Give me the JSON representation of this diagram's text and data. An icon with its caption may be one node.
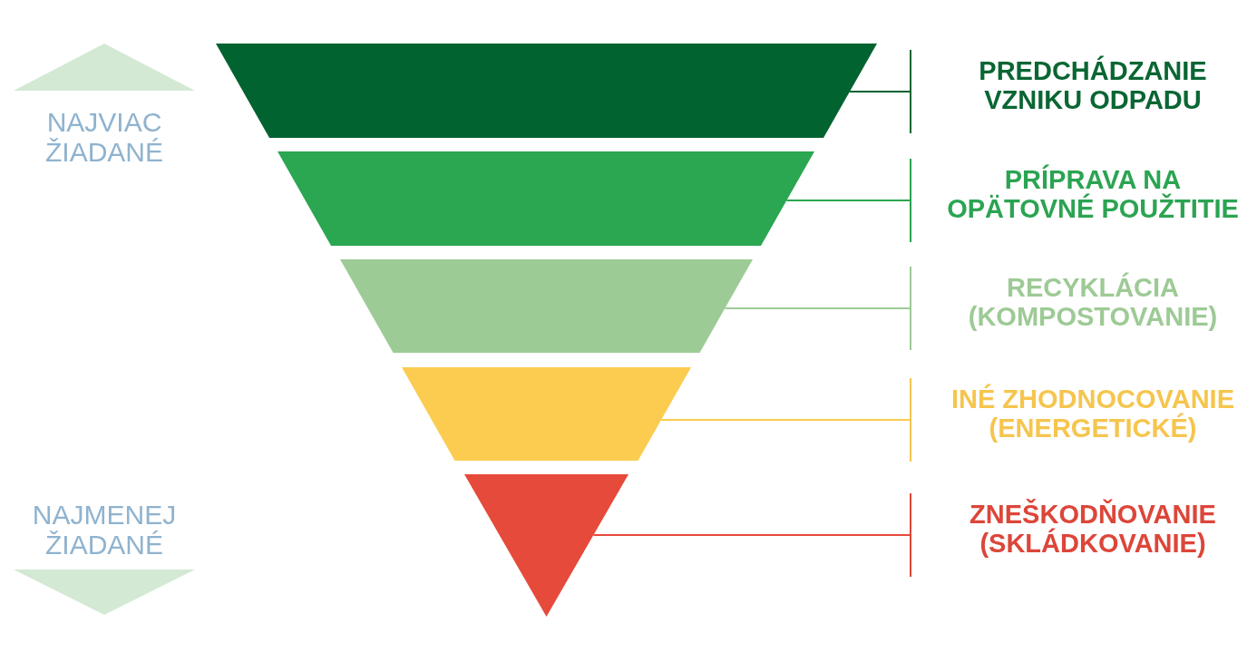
{
  "diagram": {
    "nodes": [
      {
        "text": [],
        "shape": "trapezoid"
      },
      {
        "text": [
          "PREDCHÁDZANIE VZNIKU ODPADU"
        ]
      },
      {
        "text": [],
        "shape": "trapezoid"
      },
      {
        "text": [
          "PRÍPRAVA NA OPÄTOVNÉ POUŽTITIE"
        ]
      },
      {
        "text": [],
        "shape": "trapezoid"
      },
      {
        "text": [
          "RECYKLÁCIA (KOMPOSTOVANIE)"
        ]
      },
      {
        "text": [],
        "shape": "trapezoid"
      },
      {
        "text": [
          "INÉ ZHODNOCOVANIE (ENERGETICKÉ)"
        ]
      },
      {
        "text": [],
        "shape": "triangle"
      },
      {
        "text": [
          "ZNEŠKODŇOVANIE (SKLÁDKOVANIE)"
        ]
      }
    ],
    "edges": [
      {
        "from": 1,
        "to": 0,
        "arrow": "none",
        "color": "#006330"
      },
      {
        "from": 3,
        "to": 2,
        "arrow": "none",
        "color": "#2ba651"
      },
      {
        "from": 5,
        "to": 4,
        "arrow": "none",
        "color": "#9dcb96"
      },
      {
        "from": 7,
        "to": 6,
        "arrow": "none",
        "color": "#fccc50"
      },
      {
        "from": 9,
        "to": 8,
        "arrow": "none",
        "color": "#e64a3a"
      }
    ],
    "labels": [
      "NAJVIAC ŽIADANÉ",
      "NAJMENEJ ŽIADANÉ"
    ]
  }
}
